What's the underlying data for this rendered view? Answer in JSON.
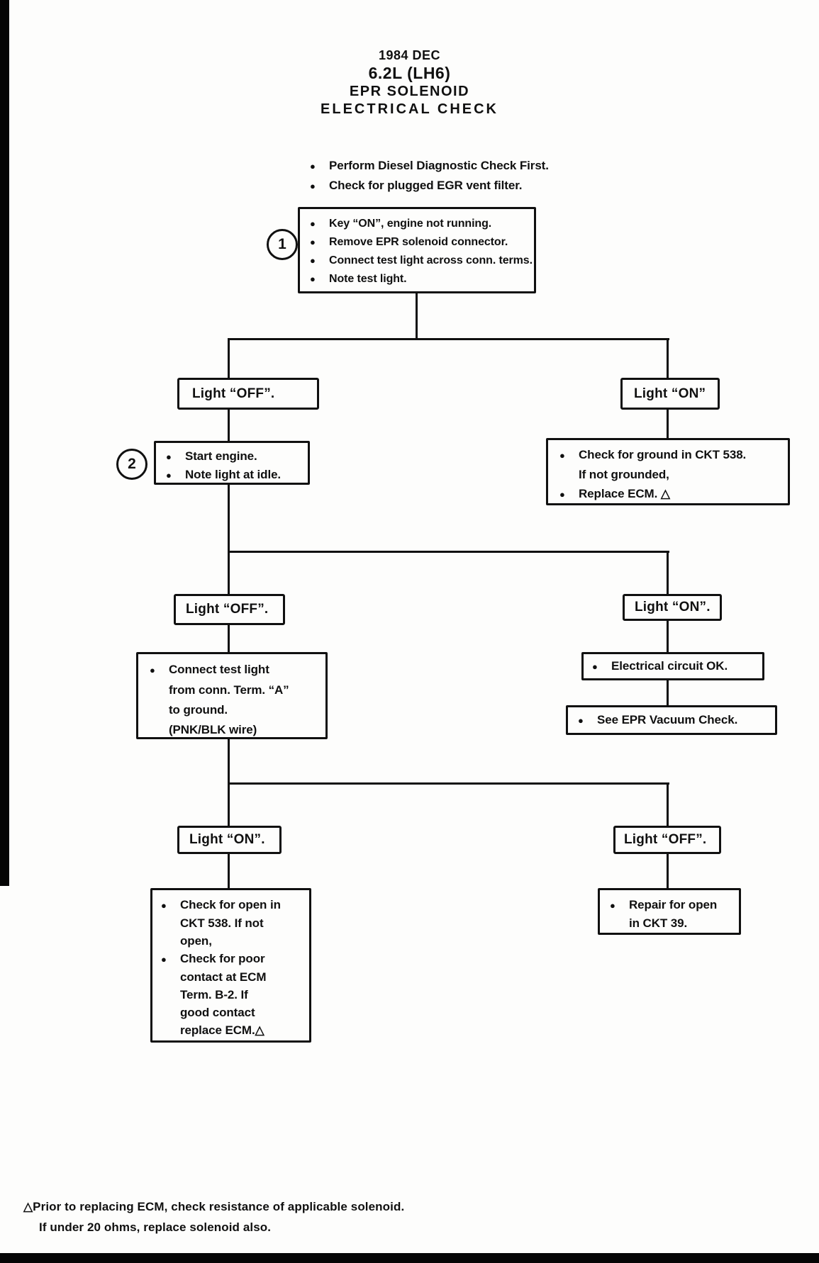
{
  "glyphs": {
    "bullet": "●"
  },
  "header": {
    "lines": [
      "1984 DEC",
      "6.2L (LH6)",
      "EPR SOLENOID",
      "ELECTRICAL CHECK"
    ]
  },
  "intro": {
    "bullets": [
      "Perform Diesel Diagnostic Check First.",
      "Check for plugged EGR vent filter."
    ]
  },
  "flow": {
    "step1": {
      "number": "1",
      "bullets": [
        "Key “ON”, engine not running.",
        "Remove EPR solenoid connector.",
        "Connect test light across conn. terms.",
        "Note test light."
      ]
    },
    "branch1": {
      "left": "Light “OFF”.",
      "right": "Light “ON”"
    },
    "step2": {
      "number": "2",
      "bullets": [
        "Start engine.",
        "Note light at idle."
      ]
    },
    "ground_check": {
      "lines": [
        "Check for ground in CKT 538.",
        "If not grounded,",
        "Replace ECM. △"
      ]
    },
    "branch2": {
      "left": "Light “OFF”.",
      "right": "Light “ON”."
    },
    "connect_test": {
      "lines": [
        "Connect test light",
        "from conn. Term. “A”",
        "to ground.",
        "(PNK/BLK wire)"
      ]
    },
    "circuit_ok": {
      "text": "Electrical circuit OK."
    },
    "vacuum_check": {
      "text": "See EPR Vacuum Check."
    },
    "branch3": {
      "left": "Light “ON”.",
      "right": "Light “OFF”."
    },
    "open_check": {
      "lines": [
        "Check for open in",
        "CKT 538. If not",
        "open,",
        "Check for poor",
        "contact at ECM",
        "Term. B-2. If",
        "good contact",
        "replace ECM.△"
      ]
    },
    "repair": {
      "lines": [
        "Repair for open",
        "in CKT 39."
      ]
    }
  },
  "footnote": {
    "lines": [
      "△Prior to replacing ECM, check resistance of applicable solenoid.",
      "If under 20 ohms, replace solenoid also."
    ]
  }
}
